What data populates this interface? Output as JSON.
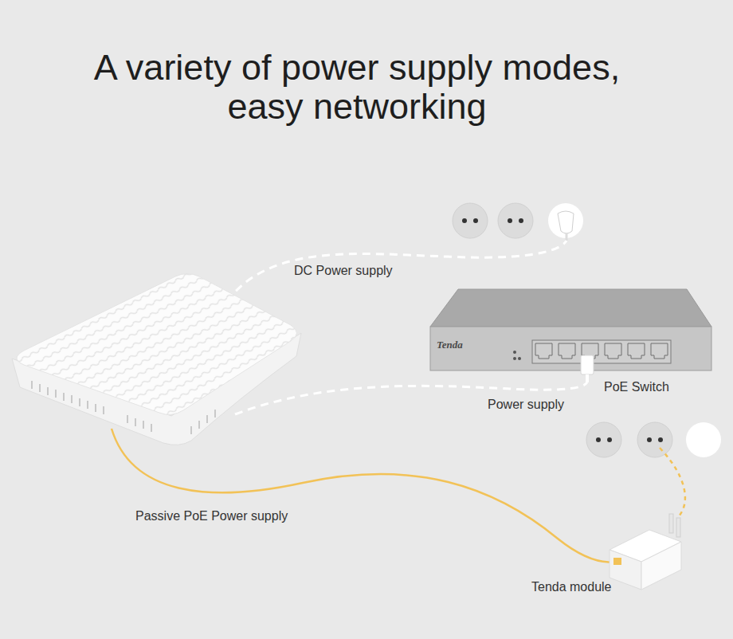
{
  "diagram": {
    "title": "A variety of power supply modes, easy networking",
    "nodes": [
      {
        "text": [
          "Tenda",
          "PoE Switch"
        ]
      },
      {
        "text": [
          "Tenda module"
        ]
      }
    ],
    "labels": [
      "DC Power supply",
      "Power supply",
      "Passive PoE Power supply"
    ]
  }
}
